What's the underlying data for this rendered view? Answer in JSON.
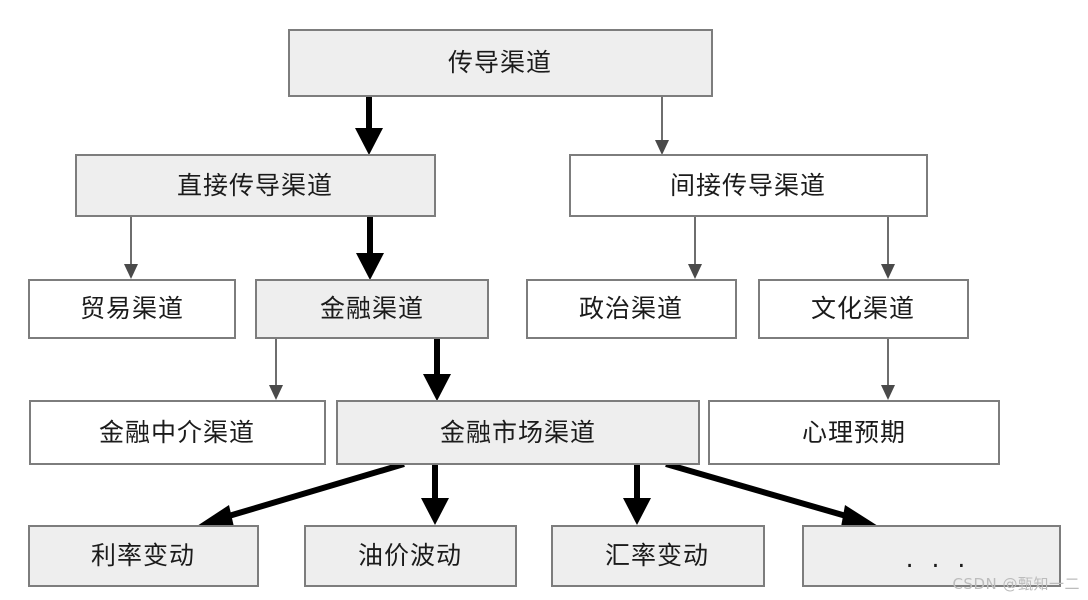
{
  "diagram": {
    "title": "传导渠道",
    "watermark": "CSDN @甄知一二",
    "colors": {
      "node_fill_gray": "#eeeeee",
      "node_fill_white": "#ffffff",
      "node_border": "#7d7d7d",
      "edge_thin": "#4a4a4a",
      "edge_thick": "#000000",
      "text": "#1b1b1b",
      "watermark": "#bcbcbc",
      "background": "#ffffff"
    },
    "nodes": [
      {
        "id": "root",
        "label": "传导渠道",
        "level": 0,
        "fill": "gray"
      },
      {
        "id": "direct",
        "label": "直接传导渠道",
        "level": 1,
        "fill": "gray"
      },
      {
        "id": "indirect",
        "label": "间接传导渠道",
        "level": 1,
        "fill": "white"
      },
      {
        "id": "trade",
        "label": "贸易渠道",
        "level": 2,
        "fill": "white"
      },
      {
        "id": "financial",
        "label": "金融渠道",
        "level": 2,
        "fill": "gray"
      },
      {
        "id": "political",
        "label": "政治渠道",
        "level": 2,
        "fill": "white"
      },
      {
        "id": "cultural",
        "label": "文化渠道",
        "level": 2,
        "fill": "white"
      },
      {
        "id": "fin_interm",
        "label": "金融中介渠道",
        "level": 3,
        "fill": "white"
      },
      {
        "id": "fin_market",
        "label": "金融市场渠道",
        "level": 3,
        "fill": "gray"
      },
      {
        "id": "psych",
        "label": "心理预期",
        "level": 3,
        "fill": "white"
      },
      {
        "id": "interest",
        "label": "利率变动",
        "level": 4,
        "fill": "gray"
      },
      {
        "id": "oilprice",
        "label": "油价波动",
        "level": 4,
        "fill": "gray"
      },
      {
        "id": "exchange",
        "label": "汇率变动",
        "level": 4,
        "fill": "gray"
      },
      {
        "id": "more",
        "label": ". . .",
        "level": 4,
        "fill": "gray"
      }
    ],
    "edges": [
      {
        "from": "root",
        "to": "direct",
        "weight": "thick"
      },
      {
        "from": "root",
        "to": "indirect",
        "weight": "thin"
      },
      {
        "from": "direct",
        "to": "trade",
        "weight": "thin"
      },
      {
        "from": "direct",
        "to": "financial",
        "weight": "thick"
      },
      {
        "from": "indirect",
        "to": "political",
        "weight": "thin"
      },
      {
        "from": "indirect",
        "to": "cultural",
        "weight": "thin"
      },
      {
        "from": "financial",
        "to": "fin_interm",
        "weight": "thin"
      },
      {
        "from": "financial",
        "to": "fin_market",
        "weight": "thick"
      },
      {
        "from": "cultural",
        "to": "psych",
        "weight": "thin"
      },
      {
        "from": "fin_market",
        "to": "interest",
        "weight": "thick"
      },
      {
        "from": "fin_market",
        "to": "oilprice",
        "weight": "thick"
      },
      {
        "from": "fin_market",
        "to": "exchange",
        "weight": "thick"
      },
      {
        "from": "fin_market",
        "to": "more",
        "weight": "thick"
      }
    ]
  }
}
